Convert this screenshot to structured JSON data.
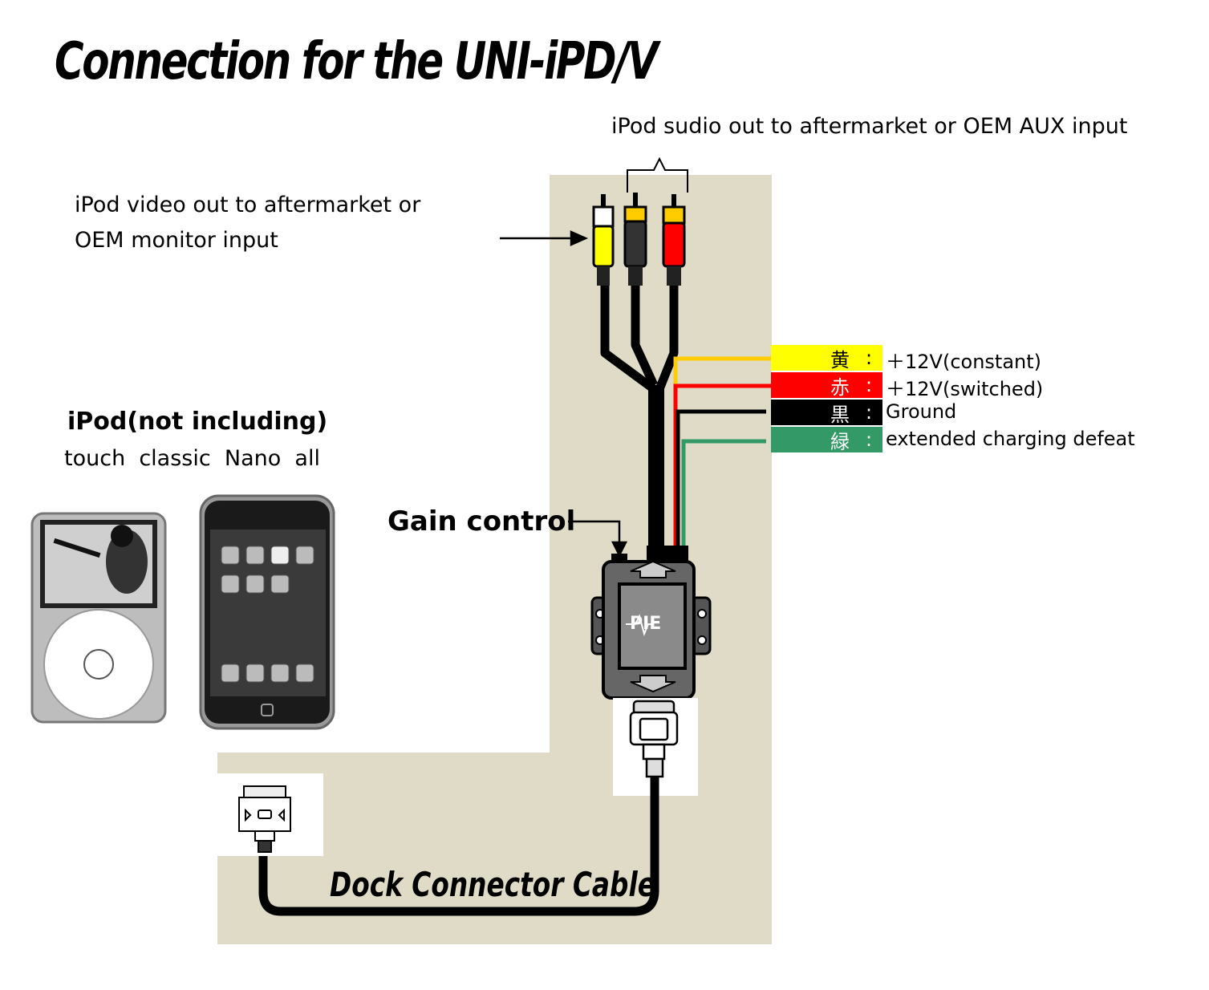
{
  "title": "Connection for the UNI-iPD/V",
  "labels": {
    "audio_out": "iPod sudio out to aftermarket or OEM AUX input",
    "video_out_line1": "iPod video out to aftermarket or",
    "video_out_line2": "OEM monitor input",
    "ipod_heading": "iPod(not including)",
    "ipod_models": "touch  classic  Nano  all",
    "gain_control": "Gain control",
    "dock_cable": "Dock Connector Cable",
    "module_logo": "PIE"
  },
  "wires": [
    {
      "kanji": "黄",
      "sep": ":",
      "desc": "＋12V(constant)",
      "color": "#ffff00",
      "text_color": "#000000"
    },
    {
      "kanji": "赤",
      "sep": ":",
      "desc": "＋12V(switched)",
      "color": "#ff0000",
      "text_color": "#ffffff"
    },
    {
      "kanji": "黒",
      "sep": ":",
      "desc": "Ground",
      "color": "#000000",
      "text_color": "#ffffff"
    },
    {
      "kanji": "緑",
      "sep": ":",
      "desc": "extended charging defeat",
      "color": "#339966",
      "text_color": "#ffffff"
    }
  ],
  "colors": {
    "panel": "#dfdbc6",
    "rca_video": "#ffff00",
    "rca_audio_left": "#333333",
    "rca_audio_right": "#ff0000",
    "wire_yellow": "#ffcc00",
    "wire_red": "#ff0000",
    "wire_black": "#000000",
    "wire_green": "#339966"
  },
  "icons": [
    "ipod-classic-icon",
    "ipod-touch-icon",
    "rca-plug-icon",
    "interface-module-icon",
    "db-connector-icon",
    "dock-connector-icon"
  ]
}
